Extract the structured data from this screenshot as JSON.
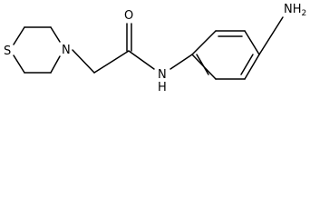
{
  "molecule": {
    "atoms": {
      "sulfur": "S",
      "ring_nitrogen": "N",
      "carbonyl_oxygen": "O",
      "amide_nitrogen": "N",
      "amide_hydrogen": "H",
      "amine": "NH",
      "amine_subscript": "2"
    }
  }
}
